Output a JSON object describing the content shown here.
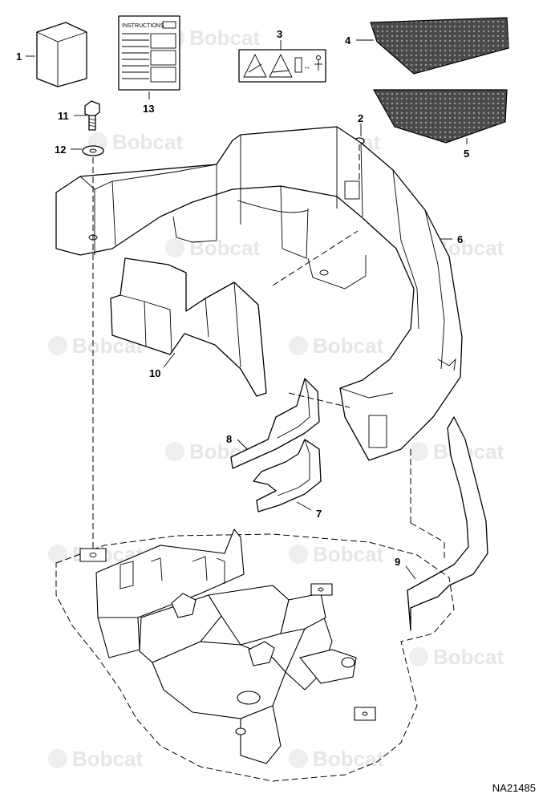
{
  "watermark": {
    "brand": "Bobcat"
  },
  "drawing": {
    "code": "NA21485"
  },
  "instruction_manual": {
    "title": "INSTRUCTIONS"
  },
  "callouts": [
    {
      "id": "c1",
      "number": "1"
    },
    {
      "id": "c2",
      "number": "2"
    },
    {
      "id": "c3",
      "number": "3"
    },
    {
      "id": "c4",
      "number": "4"
    },
    {
      "id": "c5",
      "number": "5"
    },
    {
      "id": "c6",
      "number": "6"
    },
    {
      "id": "c7",
      "number": "7"
    },
    {
      "id": "c8",
      "number": "8"
    },
    {
      "id": "c9",
      "number": "9"
    },
    {
      "id": "c10",
      "number": "10"
    },
    {
      "id": "c11",
      "number": "11"
    },
    {
      "id": "c12",
      "number": "12"
    },
    {
      "id": "c13",
      "number": "13"
    }
  ],
  "colors": {
    "line": "#000000",
    "watermark": "#e6e6e6",
    "pad": "#555555"
  }
}
